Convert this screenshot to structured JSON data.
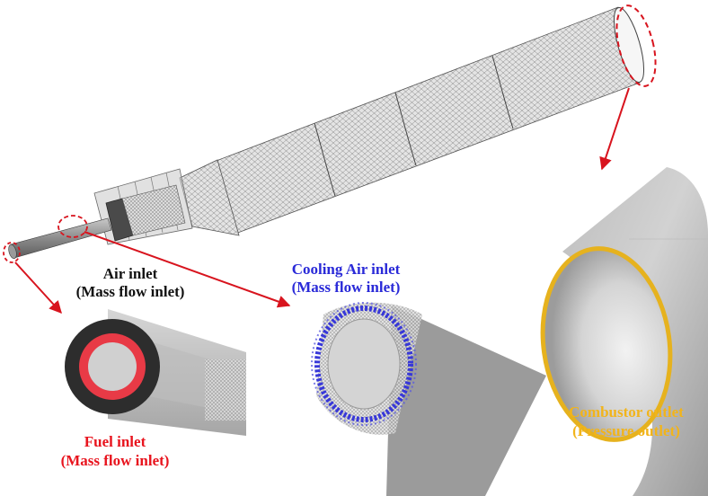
{
  "labels": {
    "air_inlet": {
      "line1": "Air inlet",
      "line2": "(Mass flow inlet)"
    },
    "cooling_air_inlet": {
      "line1": "Cooling Air inlet",
      "line2": "(Mass flow inlet)"
    },
    "fuel_inlet": {
      "line1": "Fuel inlet",
      "line2": "(Mass flow inlet)"
    },
    "combustor_outlet": {
      "line1": "Combustor outlet",
      "line2": "(Pressure outlet)"
    }
  },
  "colors": {
    "air_label": "#111111",
    "cooling_label": "#2a2ad8",
    "fuel_label": "#e8141e",
    "outlet_label": "#f2b41a",
    "arrow": "#d8141e",
    "cooling_ring": "#3838d8",
    "fuel_ring": "#e83a46",
    "outlet_ring": "#e6b21e"
  }
}
